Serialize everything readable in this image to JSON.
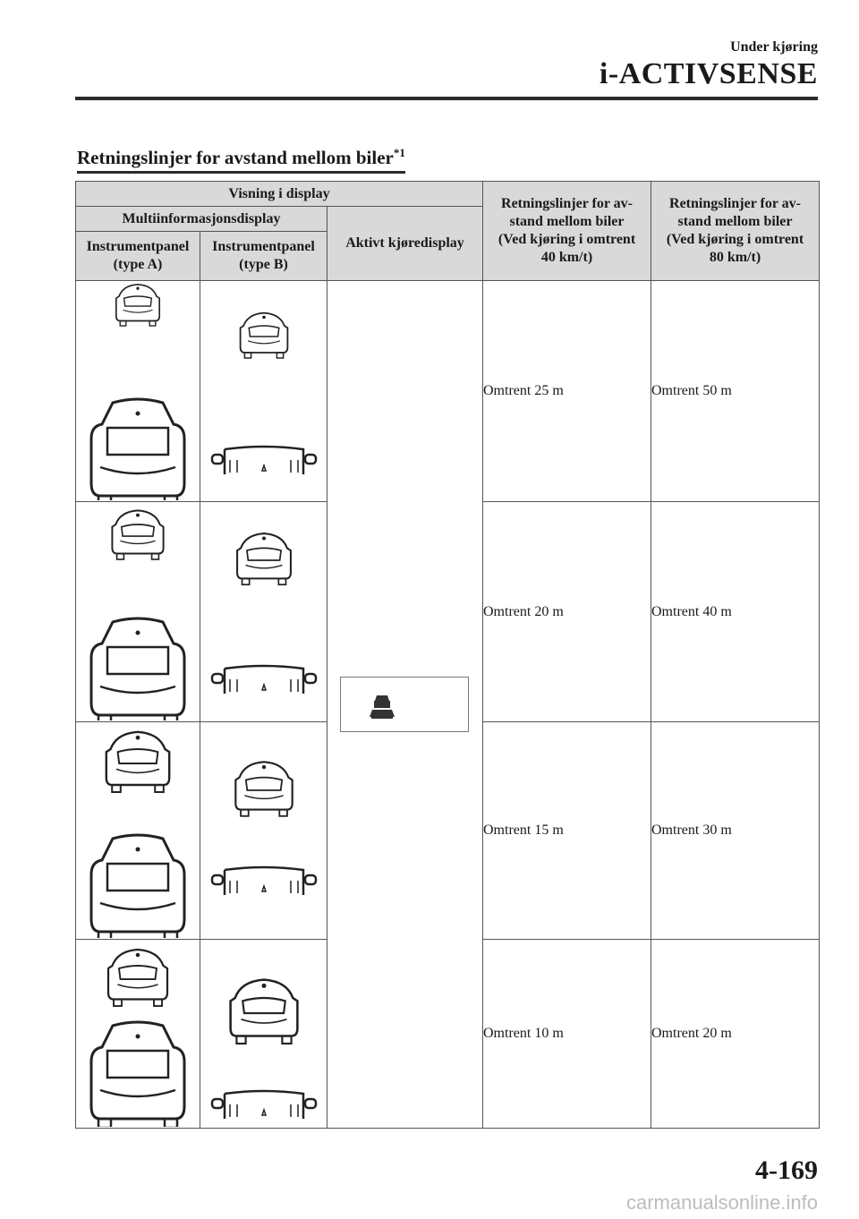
{
  "header": {
    "section": "Under kjøring",
    "title": "i-ACTIVSENSE"
  },
  "section_title": {
    "text": "Retningslinjer for avstand mellom biler",
    "footnote": "*1"
  },
  "table": {
    "headers": {
      "display": "Visning i display",
      "multiinfo": "Multiinformasjonsdisplay",
      "panel_a_line1": "Instrumentpanel",
      "panel_a_line2": "(type A)",
      "panel_b_line1": "Instrumentpanel",
      "panel_b_line2": "(type B)",
      "active": "Aktivt kjøredisplay",
      "g40_line1": "Retningslinjer for av-",
      "g40_line2": "stand mellom biler",
      "g40_line3": "(Ved kjøring i omtrent",
      "g40_line4": "40 km/t)",
      "g80_line1": "Retningslinjer for av-",
      "g80_line2": "stand mellom biler",
      "g80_line3": "(Ved kjøring i omtrent",
      "g80_line4": "80 km/t)"
    },
    "rows": [
      {
        "d40": "Omtrent 25 m",
        "d80": "Omtrent 50 m"
      },
      {
        "d40": "Omtrent 20 m",
        "d80": "Omtrent 40 m"
      },
      {
        "d40": "Omtrent 15 m",
        "d80": "Omtrent 30 m"
      },
      {
        "d40": "Omtrent 10 m",
        "d80": "Omtrent 20 m"
      }
    ],
    "icons": {
      "front_car": "car-rear-icon",
      "own_car": "own-car-icon",
      "dashboard": "dashboard-front-icon",
      "indicator": "vehicle-distance-indicator-icon"
    }
  },
  "page_number": "4-169",
  "watermark": "carmanualsonline.info"
}
